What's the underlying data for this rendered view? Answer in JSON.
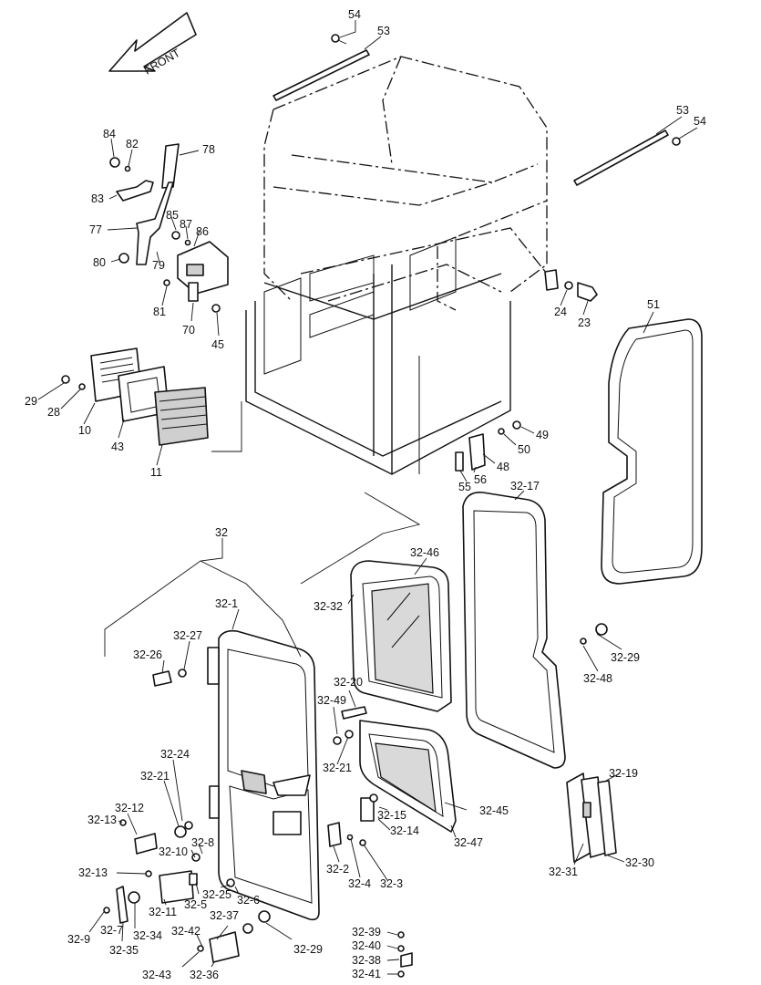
{
  "front_arrow": {
    "text": "FRONT"
  },
  "labels": {
    "p54a": "54",
    "p53a": "53",
    "p53b": "53",
    "p54b": "54",
    "p84": "84",
    "p82": "82",
    "p78": "78",
    "p83": "83",
    "p85": "85",
    "p87": "87",
    "p86": "86",
    "p77": "77",
    "p80": "80",
    "p79": "79",
    "p81": "81",
    "p70": "70",
    "p45": "45",
    "p29": "29",
    "p28": "28",
    "p10": "10",
    "p43": "43",
    "p11": "11",
    "p24": "24",
    "p23": "23",
    "p51": "51",
    "p49": "49",
    "p50": "50",
    "p48": "48",
    "p55": "55",
    "p56": "56",
    "p32": "32",
    "p32_17": "32-17",
    "p32_46": "32-46",
    "p32_32": "32-32",
    "p32_1": "32-1",
    "p32_27": "32-27",
    "p32_26": "32-26",
    "p32_20": "32-20",
    "p32_49": "32-49",
    "p32_21a": "32-21",
    "p32_21b": "32-21",
    "p32_24": "32-24",
    "p32_29a": "32-29",
    "p32_48": "32-48",
    "p32_12": "32-12",
    "p32_13a": "32-13",
    "p32_10": "32-10",
    "p32_8": "32-8",
    "p32_15": "32-15",
    "p32_14": "32-14",
    "p32_45": "32-45",
    "p32_47": "32-47",
    "p32_19": "32-19",
    "p32_31": "32-31",
    "p32_30": "32-30",
    "p32_2": "32-2",
    "p32_4": "32-4",
    "p32_3": "32-3",
    "p32_13b": "32-13",
    "p32_25": "32-25",
    "p32_6": "32-6",
    "p32_5": "32-5",
    "p32_11": "32-11",
    "p32_7": "32-7",
    "p32_34": "32-34",
    "p32_9": "32-9",
    "p32_35": "32-35",
    "p32_37": "32-37",
    "p32_42": "32-42",
    "p32_29b": "32-29",
    "p32_43": "32-43",
    "p32_36": "32-36",
    "p32_39": "32-39",
    "p32_40": "32-40",
    "p32_38": "32-38",
    "p32_41": "32-41"
  }
}
